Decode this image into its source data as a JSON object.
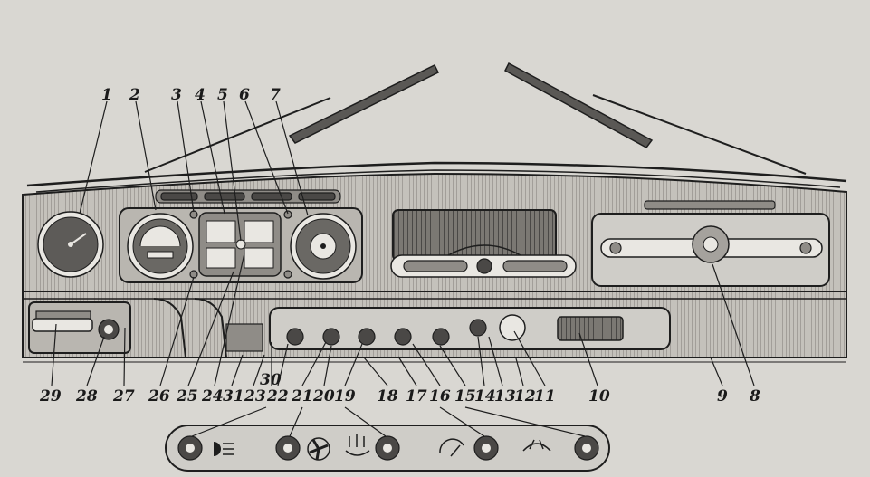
{
  "callouts": {
    "top": [
      "1",
      "2",
      "3",
      "4",
      "5",
      "6",
      "7"
    ],
    "bottom": [
      "29",
      "28",
      "27",
      "26",
      "25",
      "24",
      "31",
      "23",
      "30",
      "22",
      "21",
      "20",
      "19",
      "18",
      "17",
      "16",
      "15",
      "14",
      "13",
      "12",
      "11",
      "10",
      "9",
      "8"
    ]
  }
}
